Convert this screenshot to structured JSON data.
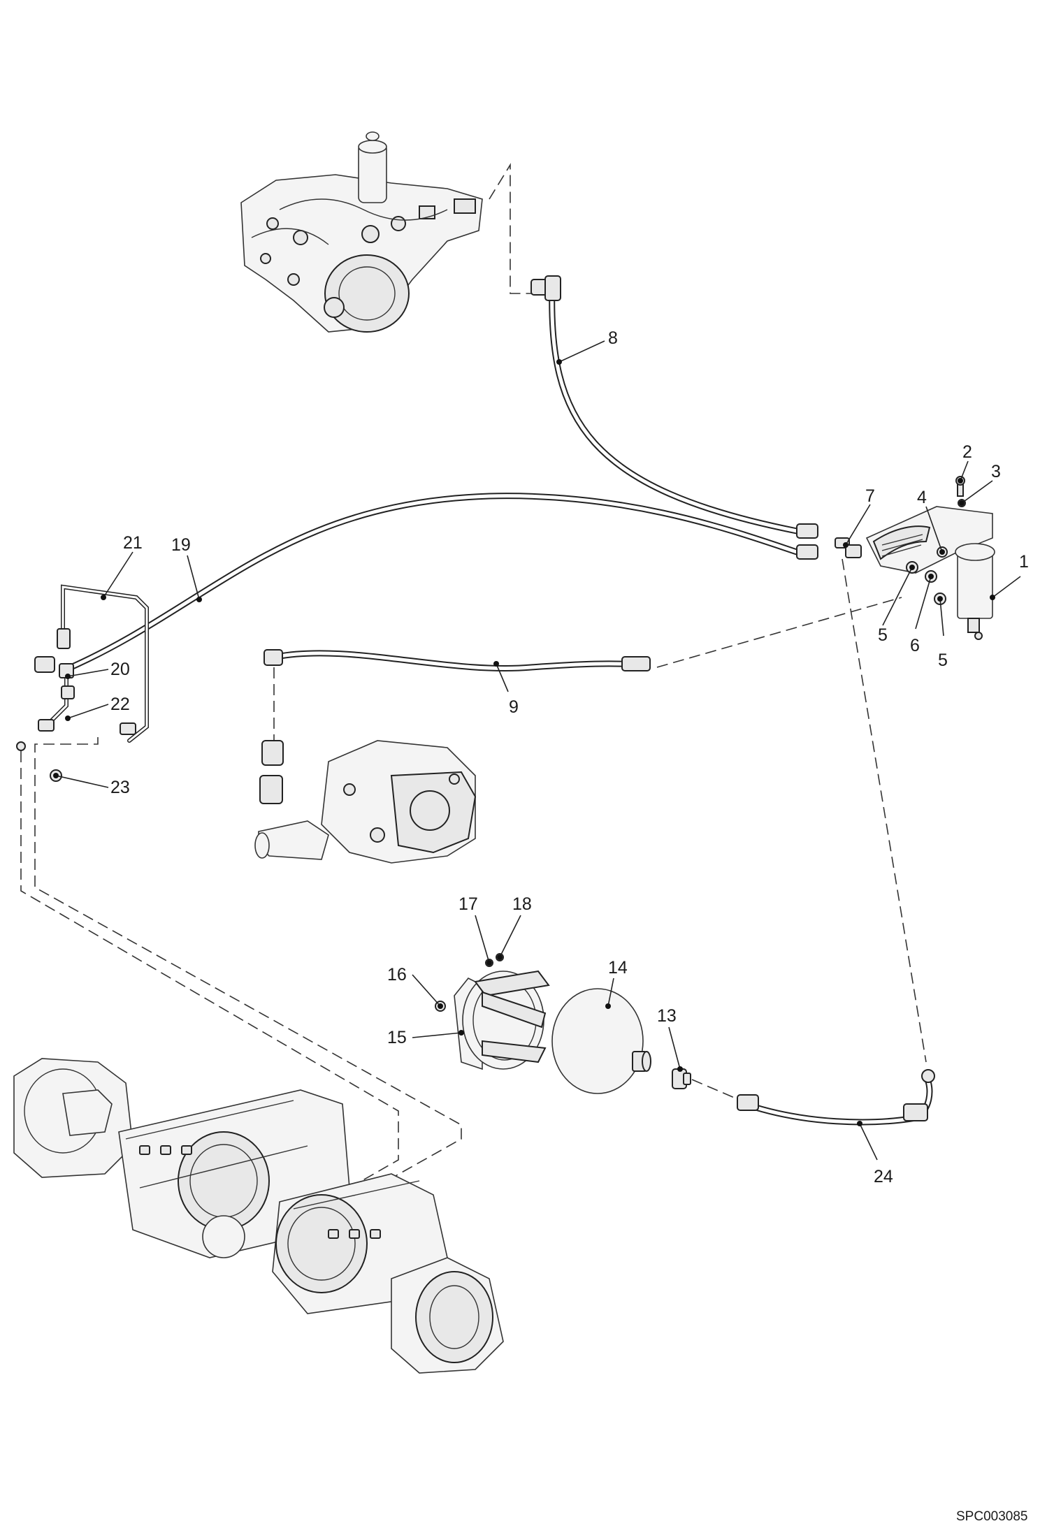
{
  "drawing_code": "SPC003085",
  "callouts": {
    "c1": "1",
    "c2": "2",
    "c3": "3",
    "c4": "4",
    "c5a": "5",
    "c5b": "5",
    "c6": "6",
    "c7": "7",
    "c8": "8",
    "c9": "9",
    "c13": "13",
    "c14": "14",
    "c15": "15",
    "c16": "16",
    "c17": "17",
    "c18": "18",
    "c19": "19",
    "c20": "20",
    "c21": "21",
    "c22": "22",
    "c23": "23",
    "c24": "24"
  }
}
